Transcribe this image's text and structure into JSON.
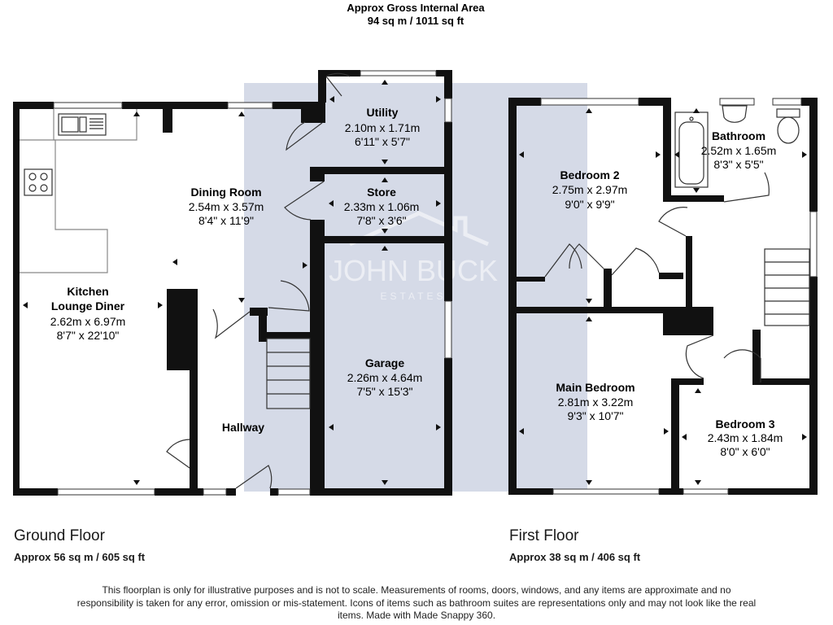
{
  "header": {
    "title": "Approx Gross Internal Area",
    "total_area": "94 sq m / 1011 sq ft"
  },
  "watermark": {
    "name": "JOHN BUCK",
    "sub": "ESTATES"
  },
  "ground_floor": {
    "title": "Ground Floor",
    "area": "Approx 56 sq m / 605 sq ft",
    "rooms": [
      {
        "name": "Kitchen",
        "name2": "Lounge Diner",
        "metric": "2.62m x 6.97m",
        "imperial": "8'7\" x 22'10\""
      },
      {
        "name": "Dining Room",
        "metric": "2.54m x 3.57m",
        "imperial": "8'4\" x 11'9\""
      },
      {
        "name": "Utility",
        "metric": "2.10m x 1.71m",
        "imperial": "6'11\" x 5'7\""
      },
      {
        "name": "Store",
        "metric": "2.33m x 1.06m",
        "imperial": "7'8\" x 3'6\""
      },
      {
        "name": "Garage",
        "metric": "2.26m x 4.64m",
        "imperial": "7'5\" x 15'3\""
      },
      {
        "name": "Hallway"
      }
    ]
  },
  "first_floor": {
    "title": "First Floor",
    "area": "Approx 38 sq m / 406 sq ft",
    "rooms": [
      {
        "name": "Bedroom 2",
        "metric": "2.75m x 2.97m",
        "imperial": "9'0\" x 9'9\""
      },
      {
        "name": "Bathroom",
        "metric": "2.52m x 1.65m",
        "imperial": "8'3\" x 5'5\""
      },
      {
        "name": "Main Bedroom",
        "metric": "2.81m x 3.22m",
        "imperial": "9'3\" x 10'7\""
      },
      {
        "name": "Bedroom 3",
        "metric": "2.43m x 1.84m",
        "imperial": "8'0\" x 6'0\""
      }
    ]
  },
  "disclaimer": "This floorplan is only for illustrative purposes and is not to scale. Measurements of rooms, doors, windows, and any items are approximate and no responsibility is taken for any error, omission or mis-statement. Icons of items such as bathroom suites are representations only and may not look like the real items. Made with Made Snappy 360.",
  "colors": {
    "wall": "#111111",
    "watermark_panel": "#b3bcd4",
    "line": "#444444"
  }
}
